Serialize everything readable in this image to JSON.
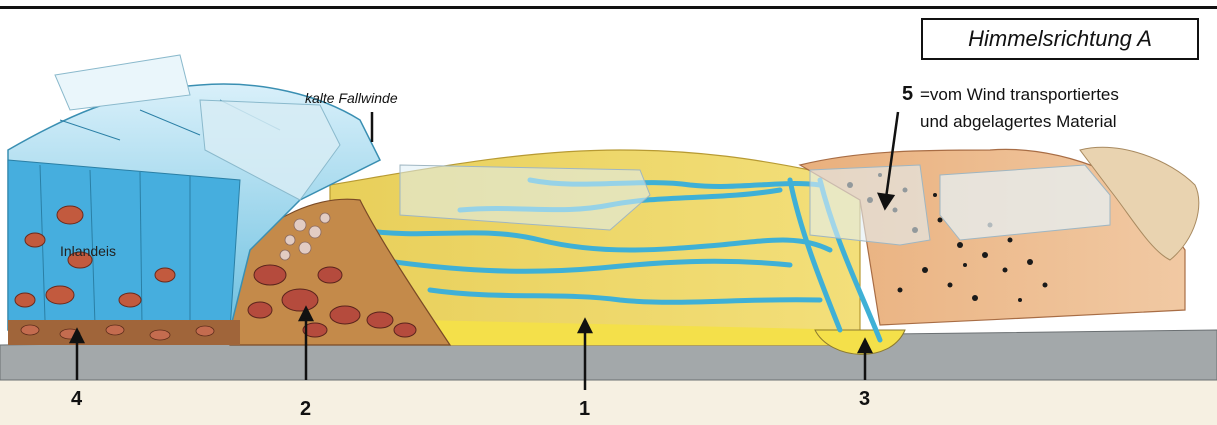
{
  "compass_label": "Himmelsrichtung A",
  "labels": {
    "katabatic_winds": "kalte Fallwinde",
    "inland_ice": "Inlandeis",
    "legend_number": "5",
    "legend_line1": "=vom Wind transportiertes",
    "legend_line2": "und abgelagertes Material"
  },
  "markers": [
    "4",
    "2",
    "1",
    "3"
  ],
  "colors": {
    "ice": "#5fb7da",
    "bedrock": "#9aa0a3",
    "sandur": "#f1d85a",
    "meltwater": "#3fb0d6",
    "moraine": "#c0604a",
    "loess": "#e4a57a"
  }
}
